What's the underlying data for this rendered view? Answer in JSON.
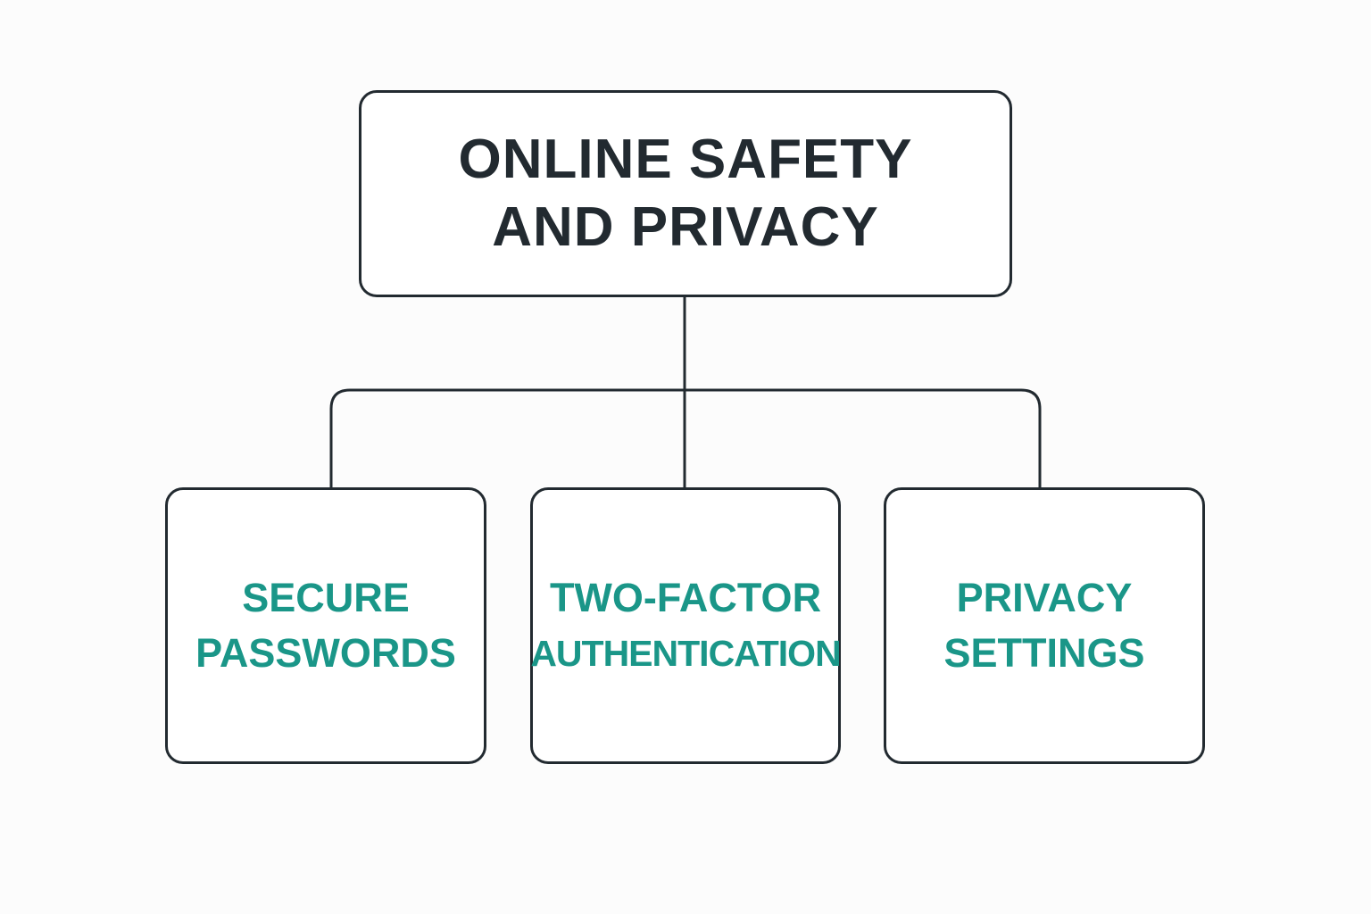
{
  "colors": {
    "line": "#222a30",
    "title_text": "#222a30",
    "accent_text": "#1a9688",
    "background": "#fcfcfc"
  },
  "root": {
    "lines": [
      "ONLINE SAFETY",
      "AND PRIVACY"
    ]
  },
  "children": [
    {
      "lines": [
        "SECURE",
        "PASSWORDS"
      ]
    },
    {
      "lines": [
        "TWO-FACTOR",
        "AUTHENTICATION"
      ]
    },
    {
      "lines": [
        "PRIVACY",
        "SETTINGS"
      ]
    }
  ]
}
